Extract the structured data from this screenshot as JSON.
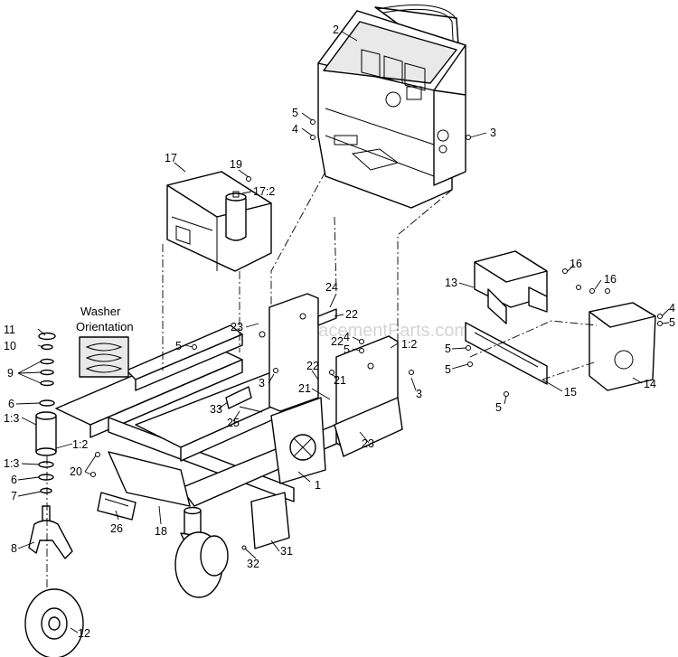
{
  "watermark": "eReplacementParts.com",
  "washer_orientation": {
    "line1": "Washer",
    "line2": "Orientation"
  },
  "callouts": {
    "c1": "1",
    "c2": "2",
    "c3a": "3",
    "c3b": "3",
    "c3c": "3",
    "c4a": "4",
    "c4b": "4",
    "c4c": "4",
    "c5a": "5",
    "c5b": "5",
    "c5c": "5",
    "c5d": "5",
    "c5e": "5",
    "c5f": "5",
    "c6a": "6",
    "c6b": "6",
    "c7": "7",
    "c8": "8",
    "c9": "9",
    "c10": "10",
    "c11": "11",
    "c12": "12",
    "c13a": "1:3",
    "c13b": "1:3",
    "c12a": "1:2",
    "c12b": "1:2",
    "c13": "13",
    "c14": "14",
    "c15": "15",
    "c16a": "16",
    "c16b": "16",
    "c17": "17",
    "c172": "17:2",
    "c18": "18",
    "c19": "19",
    "c20": "20",
    "c21a": "21",
    "c21b": "21",
    "c22a": "22",
    "c22b": "22",
    "c22c": "22",
    "c23a": "23",
    "c23b": "23",
    "c24": "24",
    "c25": "25",
    "c26": "26",
    "c31": "31",
    "c32": "32",
    "c33": "33"
  }
}
